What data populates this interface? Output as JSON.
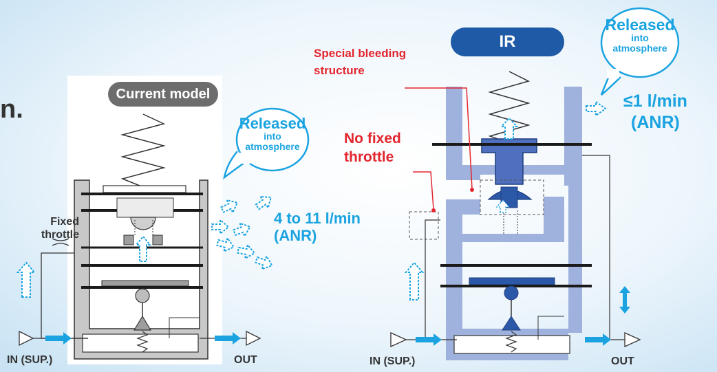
{
  "heading_fragment": "n.",
  "left": {
    "title": "Current model",
    "bubble": {
      "line1": "Released",
      "line2": "into",
      "line3": "atmosphere"
    },
    "flow_line1": "4 to 11 l/min",
    "flow_line2": "(ANR)",
    "fixed_throttle_line1": "Fixed",
    "fixed_throttle_line2": "throttle",
    "in_label": "IN (SUP.)",
    "out_label": "OUT"
  },
  "right": {
    "title": "IR",
    "bubble": {
      "line1": "Released",
      "line2": "into",
      "line3": "atmosphere"
    },
    "flow_line1": "≤1 l/min",
    "flow_line2": "(ANR)",
    "special_line1": "Special bleeding",
    "special_line2": "structure",
    "no_throttle_line1": "No fixed",
    "no_throttle_line2": "throttle",
    "in_label": "IN (SUP.)",
    "out_label": "OUT"
  },
  "colors": {
    "accent_blue": "#1aa3e0",
    "red": "#e3262e",
    "dark_gray": "#6d6d6d",
    "ir_navy": "#1f5aa6",
    "ir_body": "#9fb1dd",
    "current_body": "#c8c8c8"
  }
}
